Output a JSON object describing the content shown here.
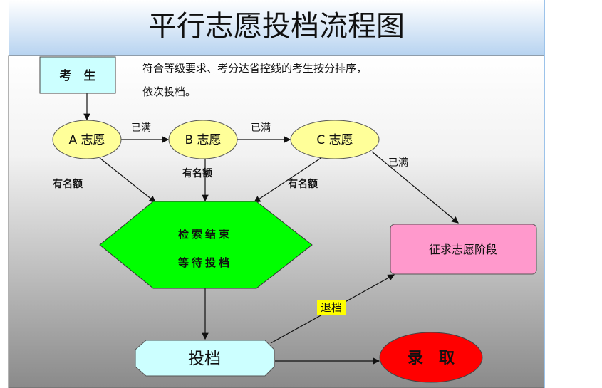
{
  "title": "平行志愿投档流程图",
  "nodes": {
    "student": "考　生",
    "description_line1": "符合等级要求、考分达省控线的考生按分排序，",
    "description_line2": "依次投档。",
    "choice_a": "A 志愿",
    "choice_b": "B 志愿",
    "choice_c": "C 志愿",
    "search_line1": "检索结束",
    "search_line2": "等待投档",
    "solicit": "征求志愿阶段",
    "submit": "投档",
    "admit": "录　取"
  },
  "edge_labels": {
    "a_to_b": "已满",
    "b_to_c": "已满",
    "c_to_solicit": "已满",
    "a_quota": "有名额",
    "b_quota": "有名额",
    "c_quota": "有名额",
    "reject": "退档"
  },
  "colors": {
    "student_box": "#ccffff",
    "choice": "#ffff99",
    "search": "#00ff00",
    "solicit": "#ff99cc",
    "submit": "#ccffff",
    "admit": "#ff0000",
    "admit_text": "#ffff00",
    "reject_bg": "#ffff00",
    "reject_text": "#ff0000"
  }
}
